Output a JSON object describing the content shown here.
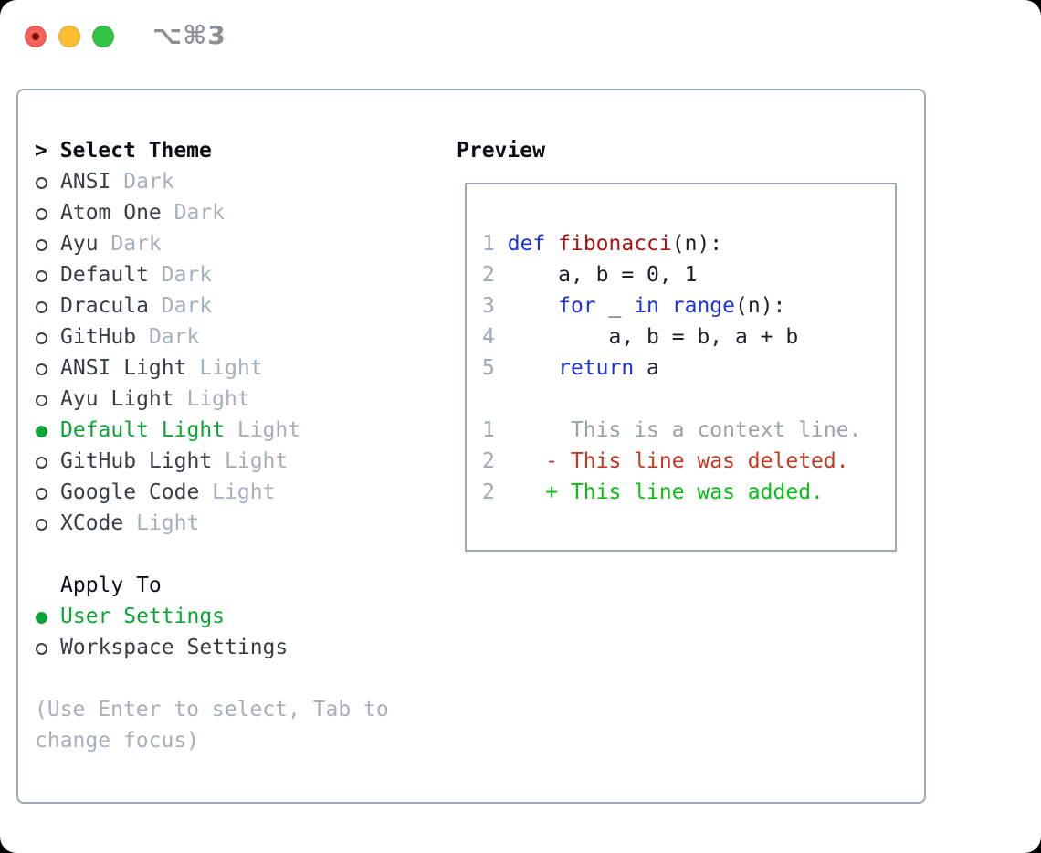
{
  "window": {
    "shortcut": "⌥⌘3",
    "traffic_lights": [
      {
        "name": "close",
        "color": "#f4615b"
      },
      {
        "name": "minimize",
        "color": "#fbbd30"
      },
      {
        "name": "zoom",
        "color": "#33c347"
      }
    ]
  },
  "left_panel": {
    "title_prefix": "> ",
    "title": "Select Theme",
    "themes": [
      {
        "name": "ANSI",
        "variant": "Dark",
        "selected": false
      },
      {
        "name": "Atom One",
        "variant": "Dark",
        "selected": false
      },
      {
        "name": "Ayu",
        "variant": "Dark",
        "selected": false
      },
      {
        "name": "Default",
        "variant": "Dark",
        "selected": false
      },
      {
        "name": "Dracula",
        "variant": "Dark",
        "selected": false
      },
      {
        "name": "GitHub",
        "variant": "Dark",
        "selected": false
      },
      {
        "name": "ANSI Light",
        "variant": "Light",
        "selected": false
      },
      {
        "name": "Ayu Light",
        "variant": "Light",
        "selected": false
      },
      {
        "name": "Default Light",
        "variant": "Light",
        "selected": true
      },
      {
        "name": "GitHub Light",
        "variant": "Light",
        "selected": false
      },
      {
        "name": "Google Code",
        "variant": "Light",
        "selected": false
      },
      {
        "name": "XCode",
        "variant": "Light",
        "selected": false
      }
    ],
    "apply_to": {
      "title": "Apply To",
      "options": [
        {
          "name": "User Settings",
          "selected": true
        },
        {
          "name": "Workspace Settings",
          "selected": false
        }
      ]
    },
    "help": [
      "(Use Enter to select, Tab to",
      "change focus)"
    ]
  },
  "preview": {
    "title": "Preview",
    "code_lines": [
      {
        "num": "1",
        "tokens": [
          {
            "t": "def",
            "c": "kw"
          },
          {
            "t": " ",
            "c": "pl"
          },
          {
            "t": "fibonacci",
            "c": "fn"
          },
          {
            "t": "(n):",
            "c": "pl"
          }
        ]
      },
      {
        "num": "2",
        "tokens": [
          {
            "t": "    a, b = 0, 1",
            "c": "pl"
          }
        ]
      },
      {
        "num": "3",
        "tokens": [
          {
            "t": "    ",
            "c": "pl"
          },
          {
            "t": "for",
            "c": "kw"
          },
          {
            "t": " _ ",
            "c": "pl"
          },
          {
            "t": "in",
            "c": "kw"
          },
          {
            "t": " ",
            "c": "pl"
          },
          {
            "t": "range",
            "c": "kw"
          },
          {
            "t": "(n):",
            "c": "pl"
          }
        ]
      },
      {
        "num": "4",
        "tokens": [
          {
            "t": "        a, b = b, a + b",
            "c": "pl"
          }
        ]
      },
      {
        "num": "5",
        "tokens": [
          {
            "t": "    ",
            "c": "pl"
          },
          {
            "t": "return",
            "c": "kw"
          },
          {
            "t": " a",
            "c": "pl"
          }
        ]
      }
    ],
    "diff_lines": [
      {
        "num": "1",
        "gutter": "      ",
        "text": "This is a context line.",
        "kind": "context"
      },
      {
        "num": "2",
        "gutter": "    - ",
        "text": "This line was deleted.",
        "kind": "deleted"
      },
      {
        "num": "2",
        "gutter": "    + ",
        "text": "This line was added.",
        "kind": "added"
      }
    ]
  },
  "colors": {
    "accent_green": "#0da438",
    "added_green": "#0bbd14",
    "deleted_red": "#c23a21",
    "keyword_blue": "#1c33da",
    "function_red": "#a81414",
    "code_black": "#1d2025",
    "text_dark": "#373e48",
    "text_muted": "#a6afbc",
    "header_black": "#0c0f14",
    "line_number_gray": "#9ea9b7",
    "context_gray": "#99a1ab",
    "border_gray": "#a0a9b4",
    "shortcut_gray": "#8a9096",
    "light_red": "#f4615b",
    "light_red_dot": "#7a0c07",
    "light_yellow": "#fbbd30",
    "light_green": "#33c347"
  }
}
